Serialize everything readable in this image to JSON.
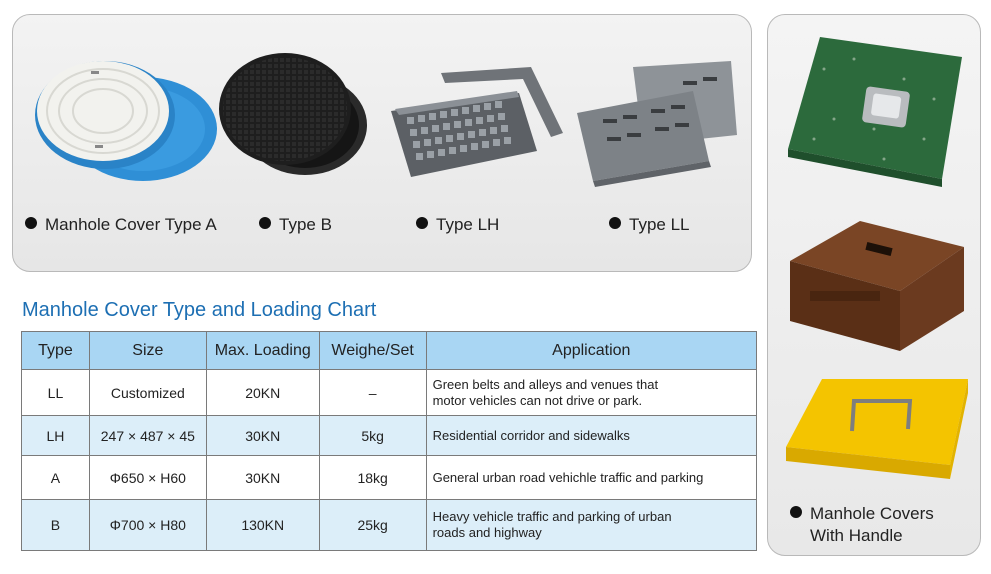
{
  "products": [
    {
      "label": "Manhole Cover Type A"
    },
    {
      "label": "Type B"
    },
    {
      "label": "Type LH"
    },
    {
      "label": "Type LL"
    }
  ],
  "handle_product": {
    "line1": "Manhole Covers",
    "line2": "With Handle"
  },
  "chart": {
    "title": "Manhole Cover Type and Loading Chart",
    "headers": [
      "Type",
      "Size",
      "Max. Loading",
      "Weighe/Set",
      "Application"
    ],
    "rows": [
      {
        "type": "LL",
        "size": "Customized",
        "loading": "20KN",
        "weight": "–",
        "application": [
          "Green belts and alleys and venues that",
          "motor vehicles can not drive or park."
        ]
      },
      {
        "type": "LH",
        "size": "247 × 487 × 45",
        "loading": "30KN",
        "weight": "5kg",
        "application": [
          "Residential corridor and sidewalks"
        ]
      },
      {
        "type": "A",
        "size": "Φ650 × H60",
        "loading": "30KN",
        "weight": "18kg",
        "application": [
          "General urban road vehichle traffic and parking"
        ]
      },
      {
        "type": "B",
        "size": "Φ700 × H80",
        "loading": "130KN",
        "weight": "25kg",
        "application": [
          "Heavy vehicle traffic and parking of urban",
          "roads and highway"
        ]
      }
    ]
  },
  "colors": {
    "title": "#1d6fb3",
    "header_bg": "#a9d6f3",
    "row_alt_bg": "#dceef9",
    "type_a_blue": "#2f8fd6",
    "type_a_white": "#f2f2ee",
    "type_b_black": "#1e1e1e",
    "grey_part": "#6f7378",
    "green_cover": "#2c6a3c",
    "brown_cover": "#6b3a1f",
    "yellow_cover": "#f4c400"
  }
}
